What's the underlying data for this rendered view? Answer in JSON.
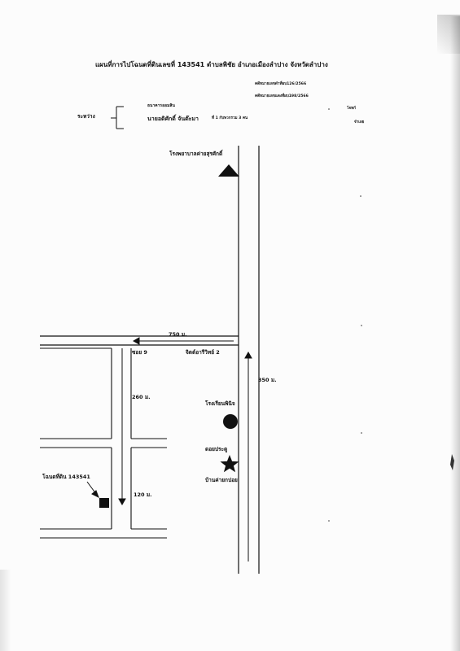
{
  "header": {
    "title": "แผนที่การไปโฉนดที่ดินเลขที่  143541  ตำบลพิชัย  อำเภอเมืองลำปาง  จังหวัดลำปาง",
    "ref_black": "คดีหมายเลขดำที่ผบ126/2566",
    "ref_red": "คดีหมายเลขแดงที่ผบ198/2566"
  },
  "parties": {
    "between_label": "ระหว่าง",
    "plaintiff": "ธนาคารออมสิน",
    "defendant": "นายอดิศักดิ์  จันต๊ะมา",
    "defendant_extra": "ที่ 1 กับพวกรวม 3 คน",
    "plaintiff_role": "โจทก์",
    "defendant_role": "จำเลย"
  },
  "map": {
    "landmarks": {
      "hospital": "โรงพยาบาลค่ายสุรศักดิ์",
      "school": "โรงเรียนพินิจ",
      "temple_line1": "ดอยประตู",
      "temple_line2": "บ้านค่ายกปอย",
      "deed": "โฉนดที่ดิน 143541"
    },
    "roads": {
      "soi": "ซอย 9",
      "jit": "จิตต์อารีวิทย์  2"
    },
    "distances": {
      "west": "750  ม.",
      "north_south": "350 ม.",
      "mid": "260 ม.",
      "south": "120 ม."
    },
    "icons": {
      "hospital": "triangle-icon",
      "school": "circle-icon",
      "temple": "star-icon",
      "deed": "square-icon"
    },
    "colors": {
      "ink": "#111111"
    }
  }
}
